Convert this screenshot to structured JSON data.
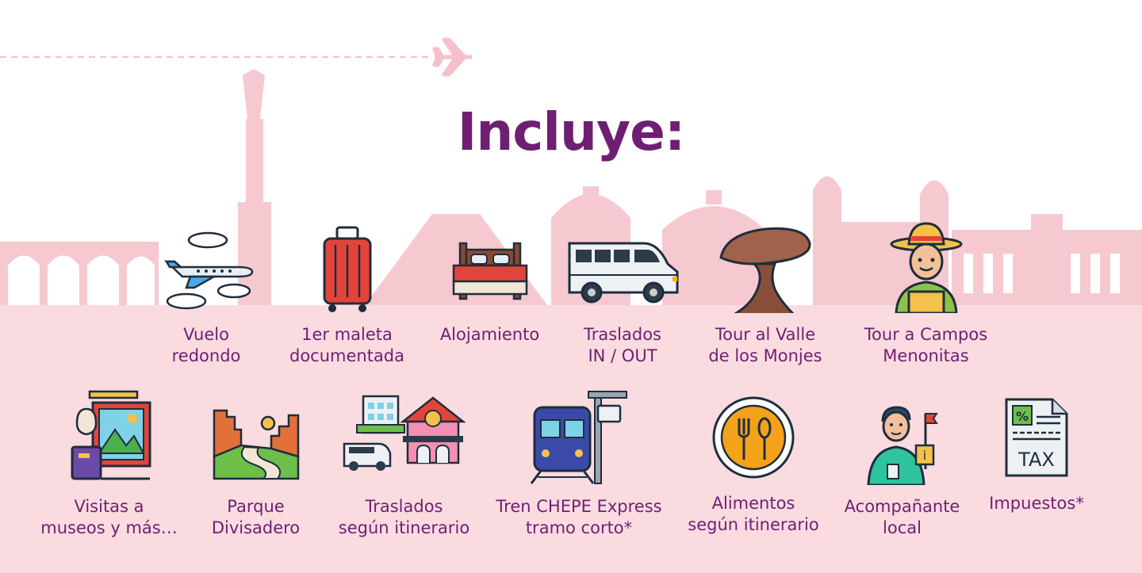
{
  "title": "Incluye:",
  "colors": {
    "accent": "#6f1f72",
    "background_pink": "#f9dbe0",
    "skyline": "#f6c9d1"
  },
  "row1": [
    {
      "label": "Vuelo\nredondo",
      "icon": "airplane-icon"
    },
    {
      "label": "1er maleta\ndocumentada",
      "icon": "suitcase-icon"
    },
    {
      "label": "Alojamiento",
      "icon": "bed-icon"
    },
    {
      "label": "Traslados\nIN / OUT",
      "icon": "van-icon"
    },
    {
      "label": "Tour al Valle\nde los Monjes",
      "icon": "rock-formation-icon"
    },
    {
      "label": "Tour a Campos\nMenonitas",
      "icon": "farmer-icon"
    }
  ],
  "row2": [
    {
      "label": "Visitas a\nmuseos y más…",
      "icon": "museum-icon"
    },
    {
      "label": "Parque\nDivisadero",
      "icon": "canyon-icon"
    },
    {
      "label": "Traslados\nsegún itinerario",
      "icon": "transfers-icon"
    },
    {
      "label": "Tren CHEPE Express\ntramo corto*",
      "icon": "train-icon"
    },
    {
      "label": "Alimentos\nsegún itinerario",
      "icon": "plate-icon"
    },
    {
      "label": "Acompañante\nlocal",
      "icon": "guide-icon"
    },
    {
      "label": "Impuestos*",
      "icon": "tax-icon"
    }
  ]
}
